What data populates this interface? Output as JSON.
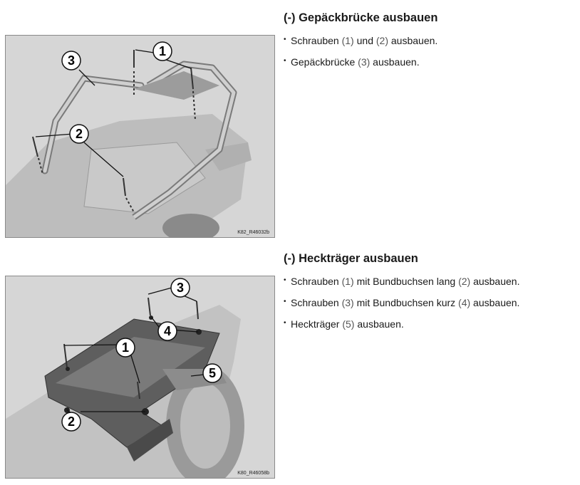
{
  "sections": [
    {
      "heading": "(-) Gepäckbrücke ausbauen",
      "figure_code": "K82_R46032b",
      "callouts": [
        "1",
        "2",
        "3"
      ],
      "steps": [
        {
          "pre": "Schrauben ",
          "ref1": "(1)",
          "mid": " und ",
          "ref2": "(2)",
          "post": " ausbauen."
        },
        {
          "pre": "Gepäckbrücke ",
          "ref1": "(3)",
          "post": " ausbauen."
        }
      ]
    },
    {
      "heading": "(-) Heckträger ausbauen",
      "figure_code": "K80_R46058b",
      "callouts": [
        "1",
        "2",
        "3",
        "4",
        "5"
      ],
      "steps": [
        {
          "pre": "Schrauben ",
          "ref1": "(1)",
          "mid": " mit Bundbuchsen lang ",
          "ref2": "(2)",
          "post": " ausbauen."
        },
        {
          "pre": "Schrauben ",
          "ref1": "(3)",
          "mid": " mit Bundbuchsen kurz ",
          "ref2": "(4)",
          "post": " ausbauen."
        },
        {
          "pre": "Heckträger ",
          "ref1": "(5)",
          "post": " ausbauen."
        }
      ]
    }
  ],
  "bullet": "•"
}
